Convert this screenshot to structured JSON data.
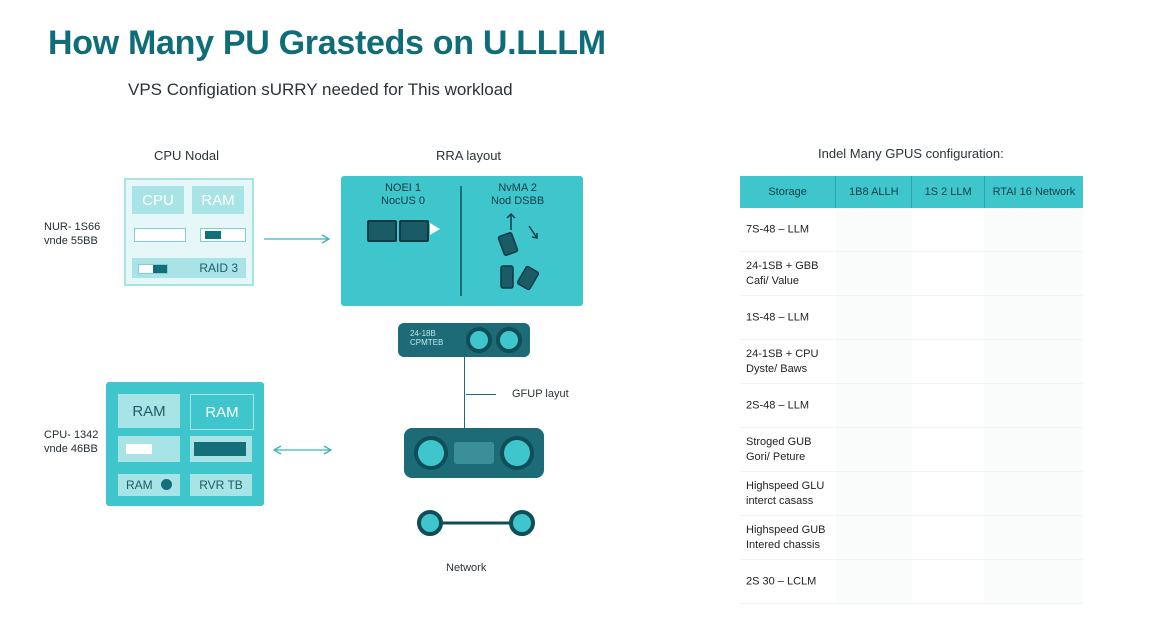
{
  "header": {
    "title": "How Many PU Grasteds on U.LLLM",
    "subtitle": "VPS Configiаtion ѕURRY needed for This workload"
  },
  "cpu_node": {
    "caption": "CPU Nodal",
    "chip_cpu": "CPU",
    "chip_ram": "RAM",
    "raid_label": "RAID 3",
    "side_label_line1": "NUR- 1S66",
    "side_label_line2": "vnde 55BB"
  },
  "numa_panel": {
    "caption": "RRA layout",
    "left_line1": "NOEI 1",
    "left_line2": "NocUS 0",
    "right_line1": "NvMA 2",
    "right_line2": "Nod DSBB"
  },
  "gpu": {
    "top_label_line1": "24-18B",
    "top_label_line2": "CPMTEB",
    "layout_label": "GFUP layut",
    "network_label": "Network"
  },
  "ram_node": {
    "chip_ram_1": "RAM",
    "chip_ram_2": "RAM",
    "ram_tag": "RAM",
    "rvr_tag": "RVR TB",
    "side_label_line1": "CPU- 1342",
    "side_label_line2": "vnde 46BB"
  },
  "table": {
    "title": "Indel Many GPUS configuration:",
    "headers": [
      "Storage",
      "1B8 ALLH",
      "1S 2 LLM",
      "RTAI 16 Network"
    ],
    "rows": [
      [
        "7S-48 – LLM",
        ""
      ],
      [
        "24-1SB + GBB",
        "Cafi/ Value"
      ],
      [
        "1S-48 – LLM",
        ""
      ],
      [
        "24-1SB + CPU",
        "Dyste/ Baws"
      ],
      [
        "2S-48 – LLM",
        ""
      ],
      [
        "Stroged GUB",
        "Gori/ Peture"
      ],
      [
        "Highspeed GLU",
        "interct casass"
      ],
      [
        "Highspeed GUB",
        "Intered chassis"
      ],
      [
        "2S 30 – LCLM",
        ""
      ]
    ]
  }
}
